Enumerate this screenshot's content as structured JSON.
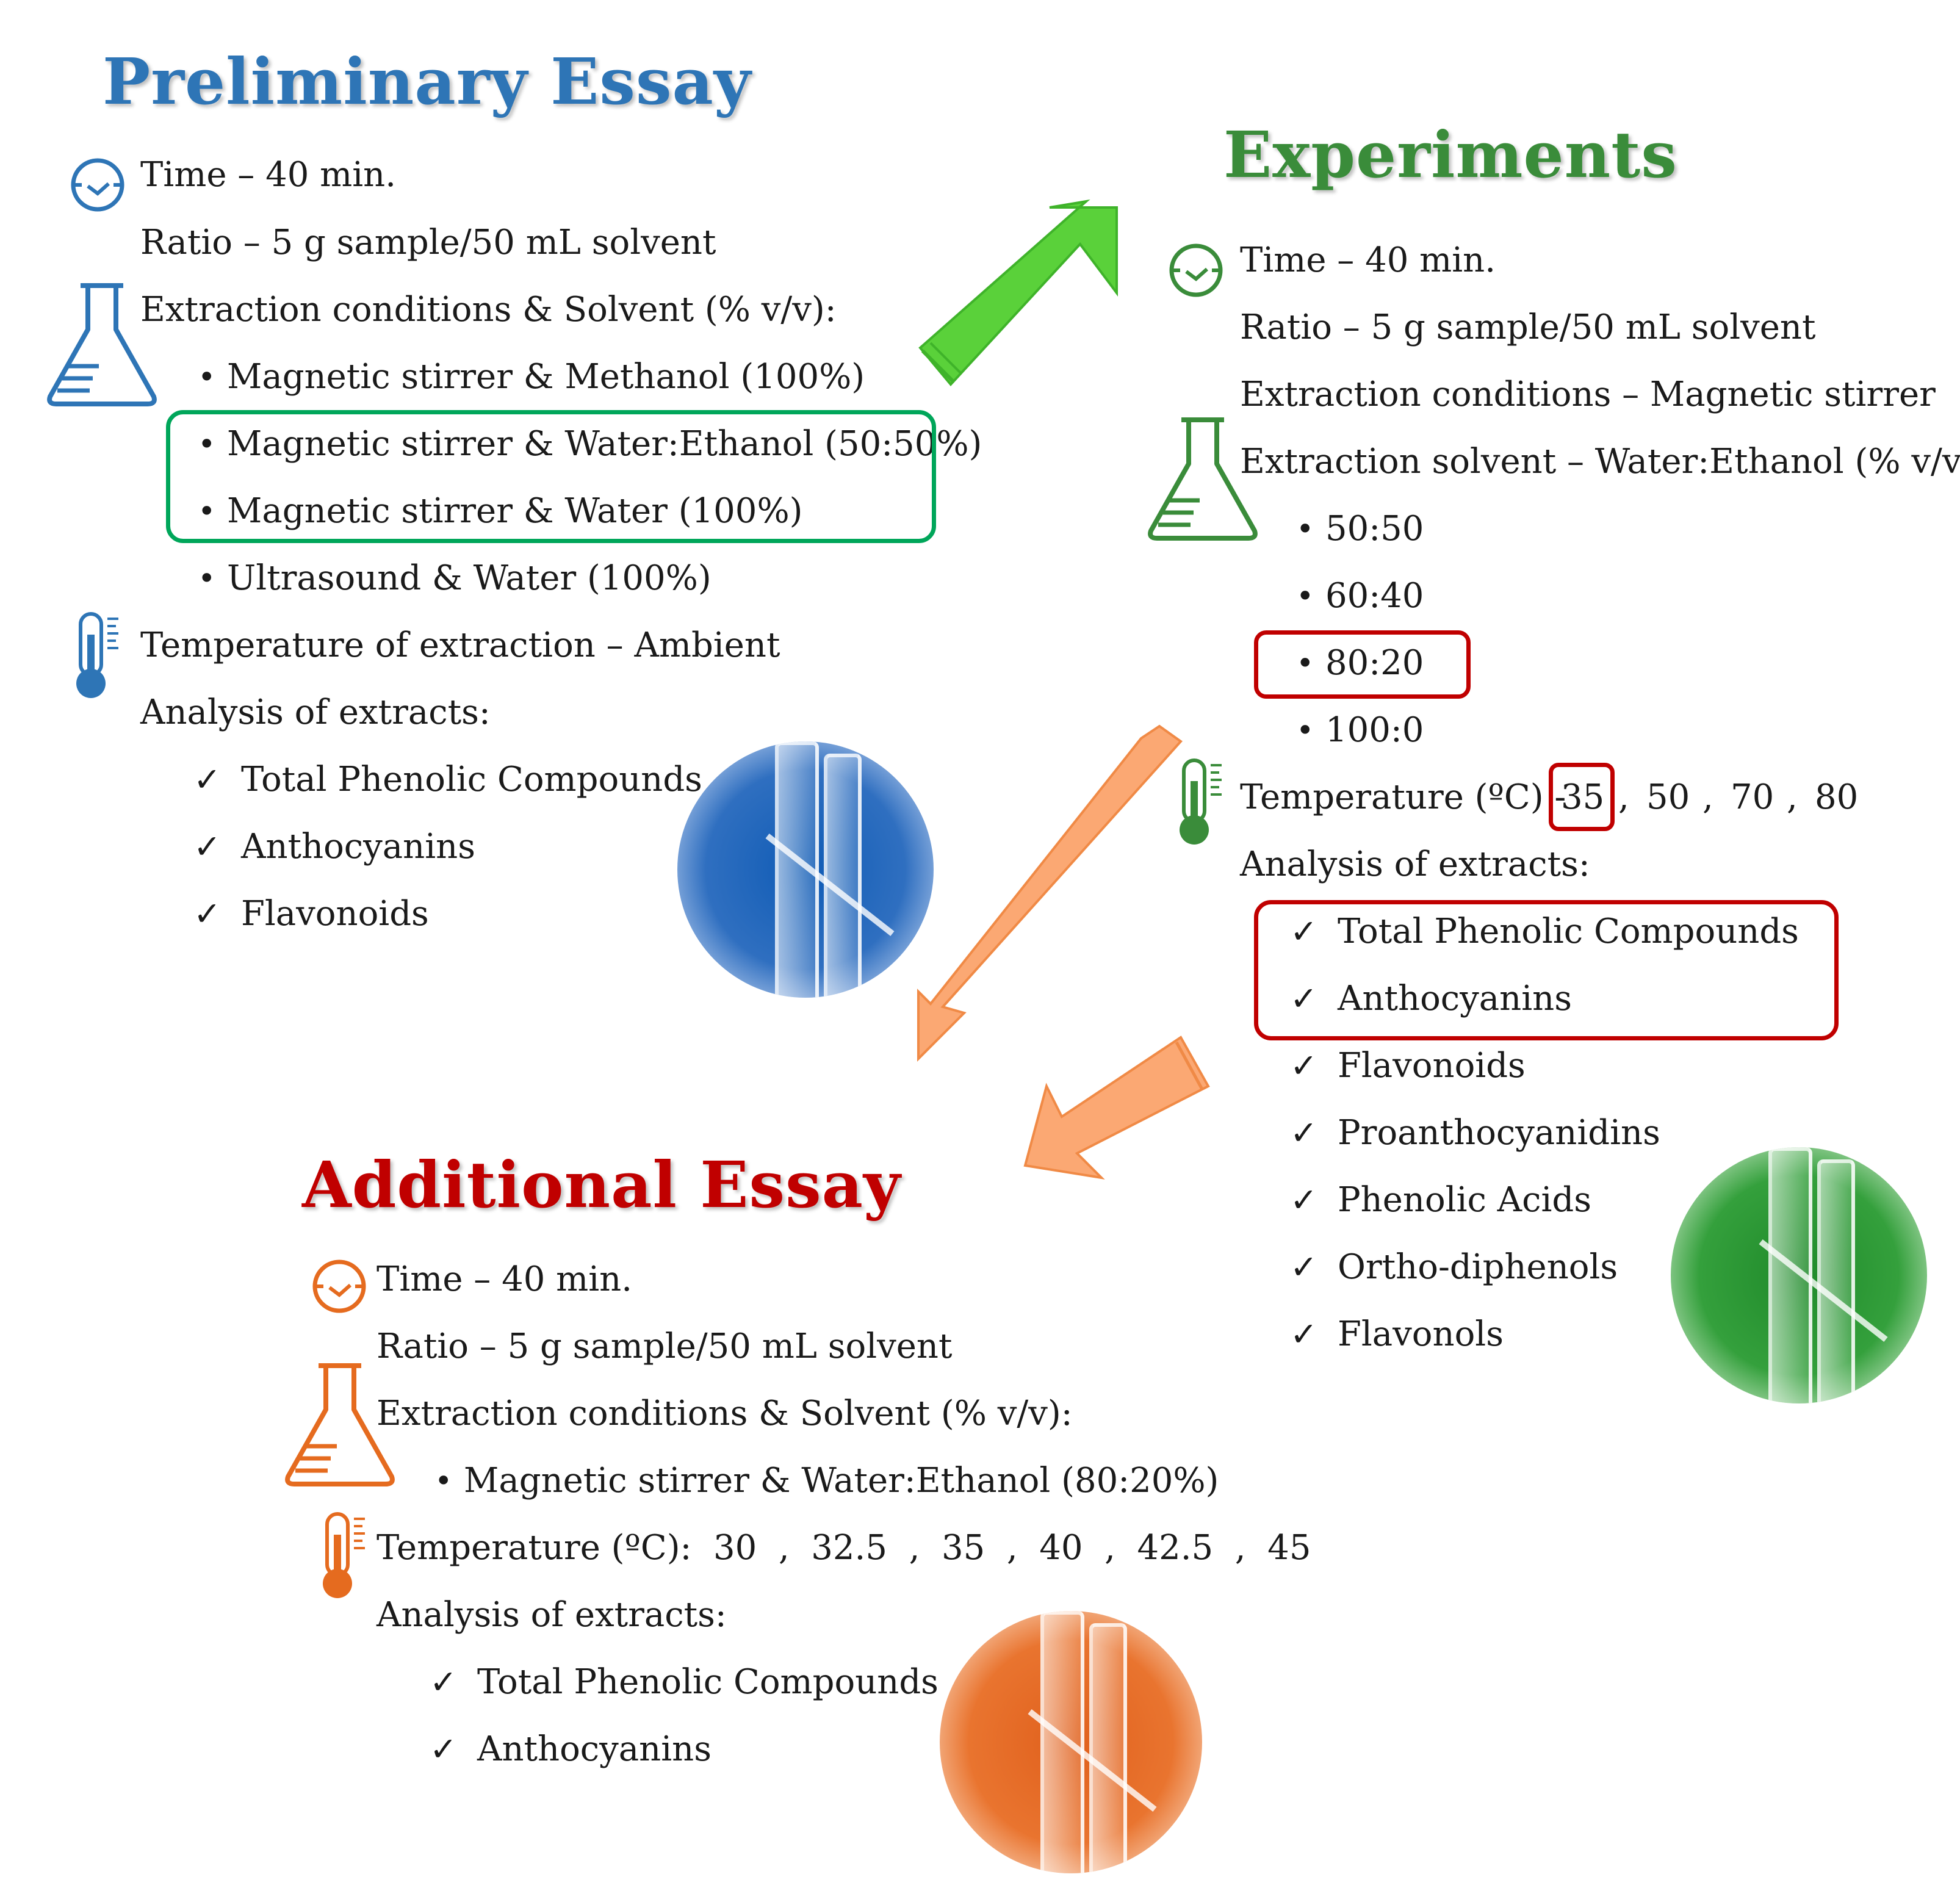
{
  "colors": {
    "blue": "#2e75b6",
    "green": "#3a8c3a",
    "orange": "#e56b1f",
    "red_title": "#c00000",
    "green_box": "#00a65a",
    "red_box": "#c00000",
    "green_arrow": "#5ad13a",
    "orange_arrow": "#fba873"
  },
  "preliminary": {
    "title": "Preliminary Essay",
    "time": "Time – 40 min.",
    "ratio": "Ratio – 5 g sample/50 mL solvent",
    "conditions_label": "Extraction conditions & Solvent (% v/v):",
    "conditions": [
      "Magnetic stirrer & Methanol (100%)",
      "Magnetic stirrer & Water:Ethanol (50:50%)",
      "Magnetic stirrer & Water (100%)",
      "Ultrasound & Water (100%)"
    ],
    "temperature": "Temperature of extraction – Ambient",
    "analysis_label": "Analysis of extracts:",
    "analyses": [
      "Total Phenolic Compounds",
      "Anthocyanins",
      "Flavonoids"
    ]
  },
  "experiments": {
    "title": "Experiments",
    "time": "Time – 40 min.",
    "ratio": "Ratio – 5 g sample/50 mL solvent",
    "conditions": "Extraction conditions – Magnetic stirrer",
    "solvent_label": "Extraction solvent – Water:Ethanol (% v/v):",
    "solvents": [
      "50:50",
      "60:40",
      "80:20",
      "100:0"
    ],
    "temperature_label": "Temperature (ºC) -",
    "temperatures": [
      "35",
      ",",
      "50",
      ",",
      "70",
      ",",
      "80"
    ],
    "analysis_label": "Analysis of extracts:",
    "analyses": [
      "Total Phenolic Compounds",
      "Anthocyanins",
      "Flavonoids",
      "Proanthocyanidins",
      "Phenolic Acids",
      "Ortho-diphenols",
      "Flavonols"
    ]
  },
  "additional": {
    "title": "Additional Essay",
    "time": "Time – 40 min.",
    "ratio": "Ratio – 5 g sample/50 mL solvent",
    "conditions_label": "Extraction conditions & Solvent (% v/v):",
    "conditions": [
      "Magnetic stirrer & Water:Ethanol (80:20%)"
    ],
    "temperature": "Temperature (ºC):  30  ,  32.5  ,  35  ,  40  ,  42.5  ,  45",
    "analysis_label": "Analysis of extracts:",
    "analyses": [
      "Total Phenolic Compounds",
      "Anthocyanins"
    ]
  },
  "icons": [
    "clock-icon",
    "flask-icon",
    "thermometer-icon",
    "vial-photo"
  ]
}
